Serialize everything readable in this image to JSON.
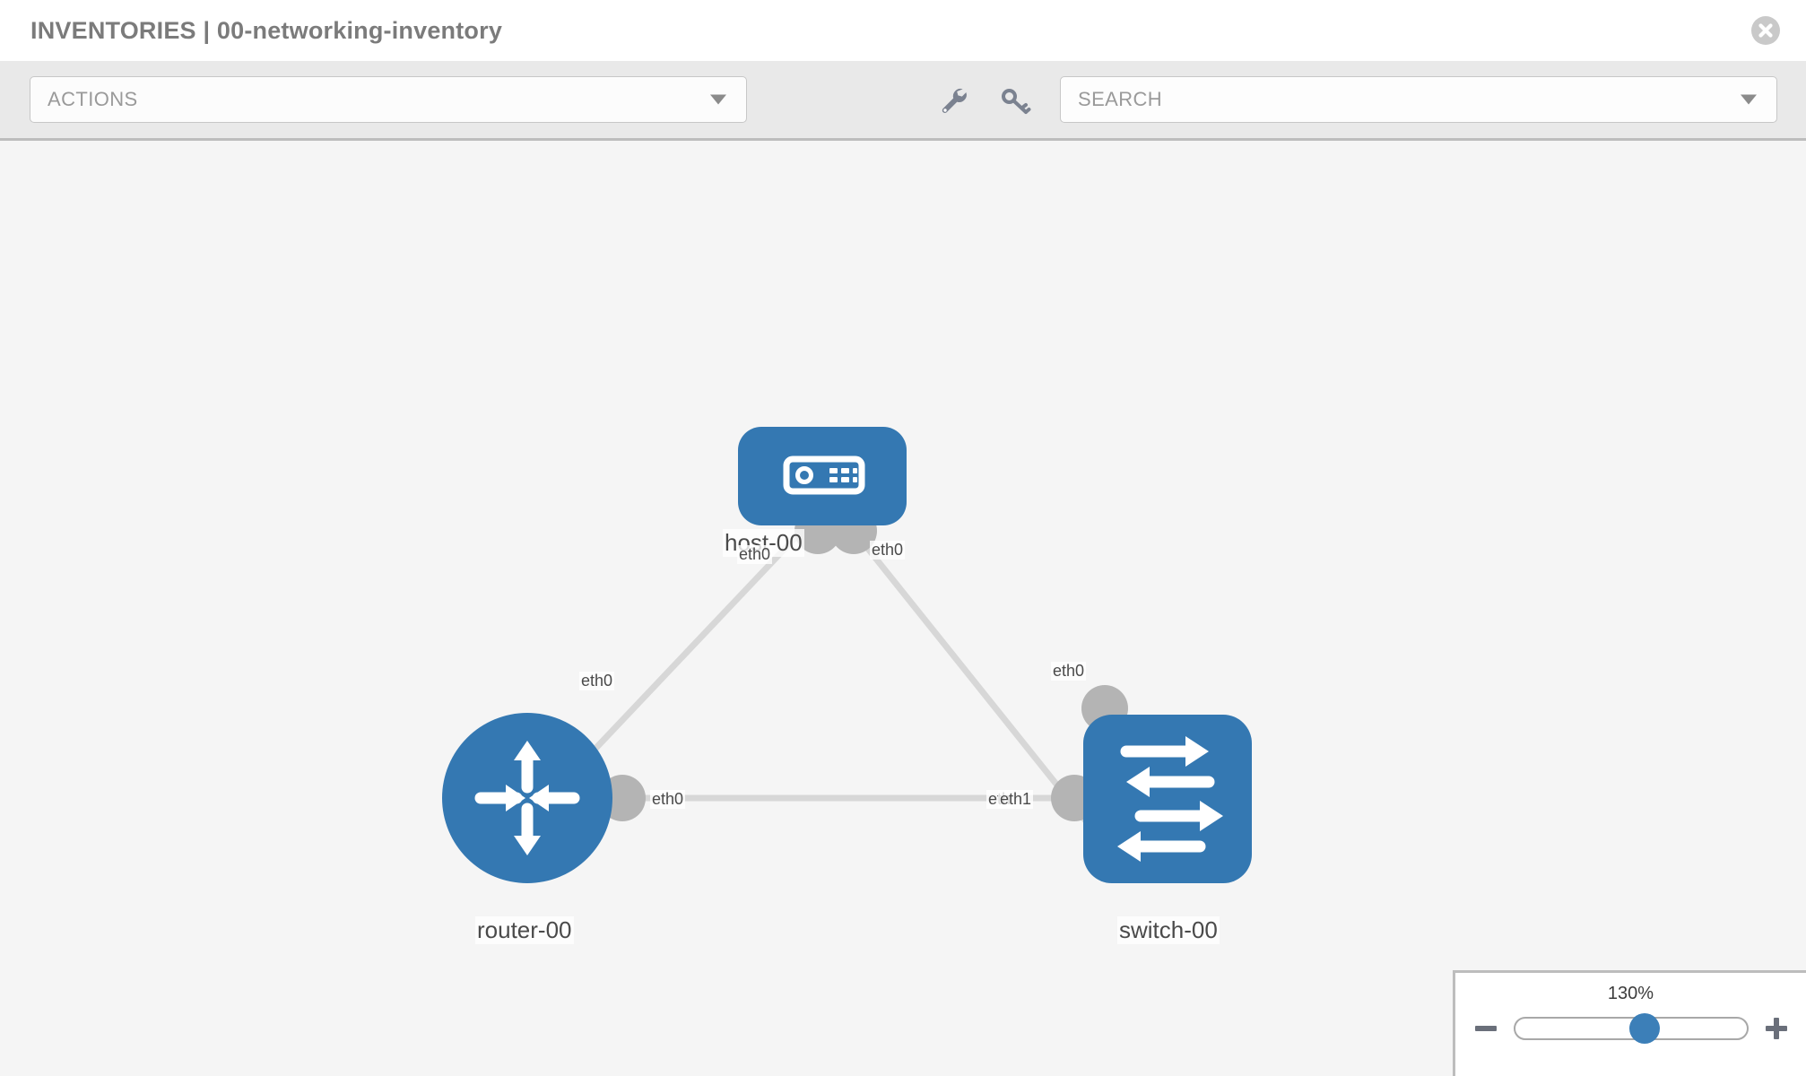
{
  "header": {
    "title": "INVENTORIES | 00-networking-inventory",
    "close_icon": "close-circle-icon"
  },
  "toolbar": {
    "actions_label": "ACTIONS",
    "actions_caret": "chevron-down-icon",
    "wrench_icon": "wrench-icon",
    "key_icon": "key-icon",
    "search_placeholder": "SEARCH",
    "search_value": "",
    "search_caret": "chevron-down-icon"
  },
  "colors": {
    "node_blue": "#3478b2",
    "port_gray": "#b4b4b4",
    "link_gray": "#d6d6d6",
    "canvas_bg": "#f5f5f5",
    "toolbar_bg": "#e9e9e9",
    "title_gray": "#7b7b7b"
  },
  "topology": {
    "nodes": [
      {
        "id": "host-00",
        "label": "host-00",
        "type": "host",
        "icon": "server-icon",
        "shape": "rounded-rect"
      },
      {
        "id": "router-00",
        "label": "router-00",
        "type": "router",
        "icon": "router-arrows-icon",
        "shape": "circle"
      },
      {
        "id": "switch-00",
        "label": "switch-00",
        "type": "switch",
        "icon": "switch-arrows-icon",
        "shape": "rounded-square"
      }
    ],
    "links": [
      {
        "from": "host-00",
        "to": "router-00",
        "from_iface": "eth0",
        "to_iface": "eth0"
      },
      {
        "from": "host-00",
        "to": "switch-00",
        "from_iface": "eth0",
        "to_iface": "eth0"
      },
      {
        "from": "router-00",
        "to": "switch-00",
        "from_iface": "eth0",
        "to_iface": "eth1"
      }
    ],
    "interface_labels": {
      "host_left": "eth0",
      "host_right": "eth0",
      "router_top": "eth0",
      "router_right": "eth0",
      "switch_top": "eth0",
      "switch_left_overlap_a": "eth",
      "switch_left_overlap_b": "eth1"
    }
  },
  "zoom_control": {
    "percent": "130%",
    "minus_label": "minus-icon",
    "plus_label": "plus-icon",
    "slider_value": 130,
    "slider_min": 10,
    "slider_max": 250
  }
}
